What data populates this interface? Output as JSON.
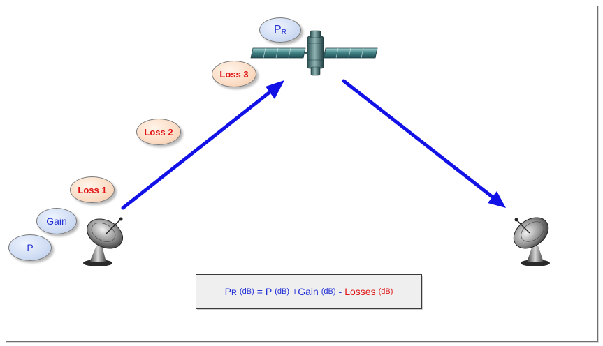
{
  "bubbles": {
    "p_main": "P",
    "p_received_main": "P",
    "p_received_sub": "R",
    "gain": "Gain",
    "loss1": "Loss 1",
    "loss2": "Loss 2",
    "loss3": "Loss 3"
  },
  "formula": {
    "pr_main": "P",
    "pr_sub": "R",
    "pr_unit": "(dB)",
    "equals": "=",
    "p_main": "P",
    "p_unit": "(dB)",
    "plus_gain": "+Gain",
    "gain_unit": "(dB)",
    "minus": "-",
    "losses": "Losses",
    "losses_unit": "(dB)"
  },
  "colors": {
    "arrow": "#1212e6",
    "blue_text": "#2431d6",
    "red_text": "#e01515",
    "blue_bubble": "#cfdcf3",
    "peach_bubble": "#fbdcc4"
  },
  "icons": {
    "transmitter": "satellite-dish-icon",
    "receiver": "satellite-dish-icon",
    "relay": "satellite-icon"
  }
}
